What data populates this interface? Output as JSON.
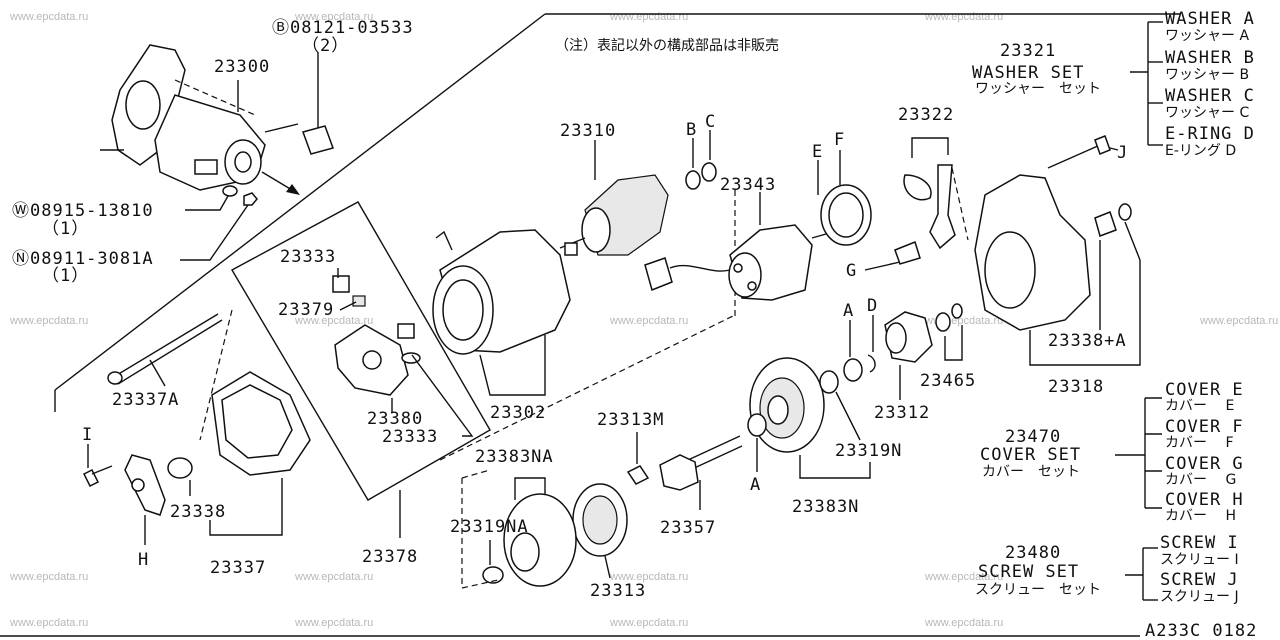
{
  "watermark": "www.epcdata.ru",
  "note": "（注）表記以外の構成部品は非販売",
  "code": "A233C 0182",
  "labels": {
    "bolt_b": "Ⓑ08121-03533",
    "bolt_b_qty": "（2）",
    "washer_w": "Ⓦ08915-13810",
    "washer_w_qty": "（1）",
    "nut_n": "Ⓝ08911-3081A",
    "nut_n_qty": "（1）",
    "p23300": "23300",
    "p23310": "23310",
    "p23343": "23343",
    "p23302": "23302",
    "p23333a": "23333",
    "p23379": "23379",
    "p23380": "23380",
    "p23333b": "23333",
    "p23378": "23378",
    "p23337A": "23337A",
    "p23338": "23338",
    "p23337": "23337",
    "p23383NA": "23383NA",
    "p23319NA": "23319NA",
    "p23313M": "23313M",
    "p23313": "23313",
    "p23357": "23357",
    "p23383N": "23383N",
    "p23319N": "23319N",
    "p23312": "23312",
    "p23465": "23465",
    "p23322": "23322",
    "p23318": "23318",
    "p23338A": "23338+A",
    "p23321": "23321",
    "p23470": "23470",
    "p23480": "23480",
    "ref_A1": "A",
    "ref_A2": "A",
    "ref_B": "B",
    "ref_C": "C",
    "ref_D": "D",
    "ref_E": "E",
    "ref_F": "F",
    "ref_G": "G",
    "ref_H": "H",
    "ref_I": "I",
    "ref_J": "J"
  },
  "sets": {
    "washer": {
      "name": "WASHER SET",
      "name_jp": "ワッシャー　セット",
      "items": [
        {
          "en": "WASHER A",
          "jp": "ワッシャー A"
        },
        {
          "en": "WASHER B",
          "jp": "ワッシャー B"
        },
        {
          "en": "WASHER C",
          "jp": "ワッシャー C"
        },
        {
          "en": "E-RING D",
          "jp": "E-リング D"
        }
      ]
    },
    "cover": {
      "name": "COVER SET",
      "name_jp": "カバー　セット",
      "items": [
        {
          "en": "COVER E",
          "jp": "カバー　 E"
        },
        {
          "en": "COVER F",
          "jp": "カバー　 F"
        },
        {
          "en": "COVER G",
          "jp": "カバー　 G"
        },
        {
          "en": "COVER H",
          "jp": "カバー　 H"
        }
      ]
    },
    "screw": {
      "name": "SCREW SET",
      "name_jp": "スクリュー　セット",
      "items": [
        {
          "en": "SCREW I",
          "jp": "スクリュー I"
        },
        {
          "en": "SCREW J",
          "jp": "スクリュー J"
        }
      ]
    }
  }
}
